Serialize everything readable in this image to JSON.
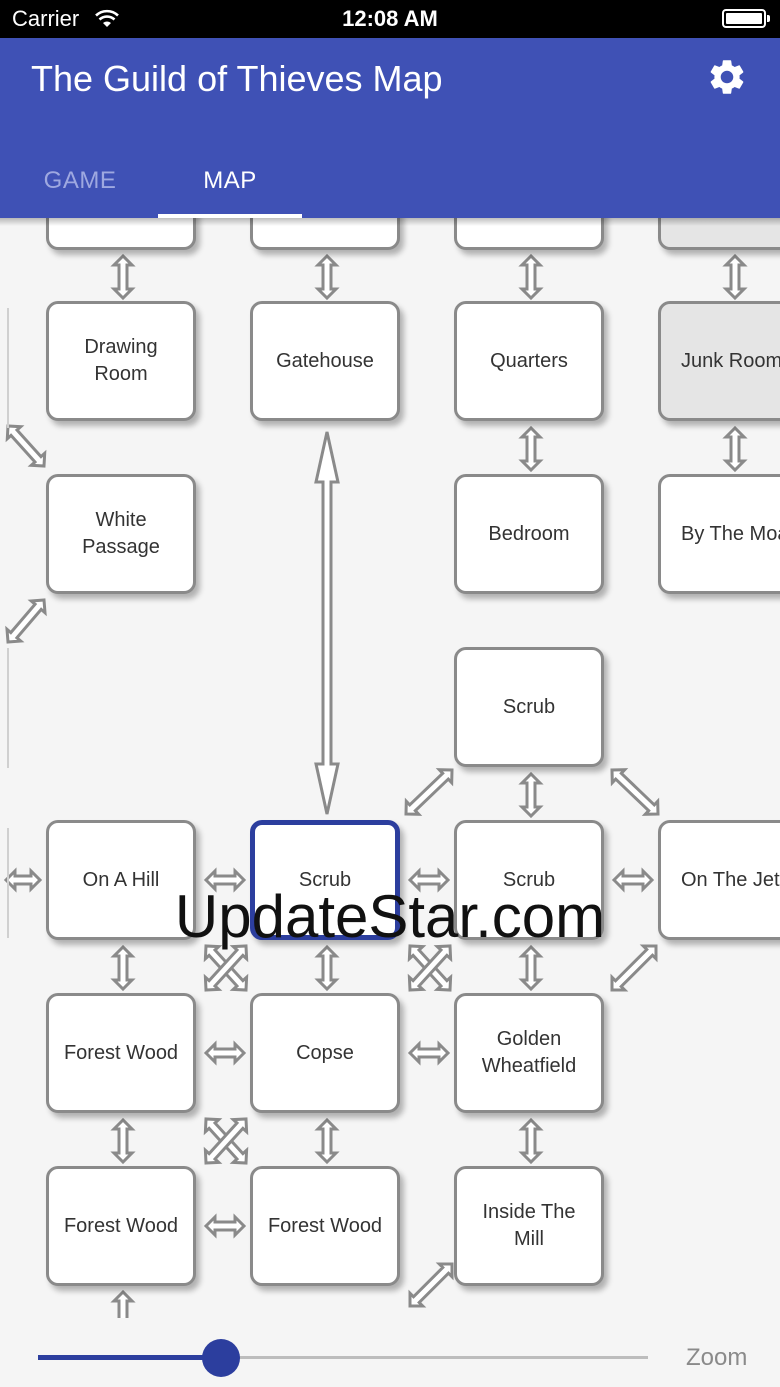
{
  "status_bar": {
    "carrier": "Carrier",
    "time": "12:08 AM"
  },
  "app_bar": {
    "title": "The Guild of Thieves Map",
    "settings_icon": "gear-icon"
  },
  "tabs": [
    {
      "label": "GAME",
      "active": false
    },
    {
      "label": "MAP",
      "active": true
    }
  ],
  "map": {
    "rooms": {
      "drawing_room": "Drawing\nRoom",
      "gatehouse": "Gatehouse",
      "quarters": "Quarters",
      "junk_room": "Junk Room",
      "white_passage": "White\nPassage",
      "bedroom": "Bedroom",
      "by_the_moat": "By The Moat",
      "scrub_upper": "Scrub",
      "on_a_hill": "On A Hill",
      "scrub_current": "Scrub",
      "scrub_right": "Scrub",
      "on_the_jetty": "On The Jetty",
      "forest_wood_1": "Forest Wood",
      "copse": "Copse",
      "golden_wheatfield": "Golden\nWheatfield",
      "forest_wood_2": "Forest Wood",
      "forest_wood_3": "Forest Wood",
      "inside_the_mill": "Inside The\nMill"
    },
    "current_room": "Scrub"
  },
  "watermark": "UpdateStar.com",
  "zoom": {
    "label": "Zoom",
    "value": 0.3
  }
}
